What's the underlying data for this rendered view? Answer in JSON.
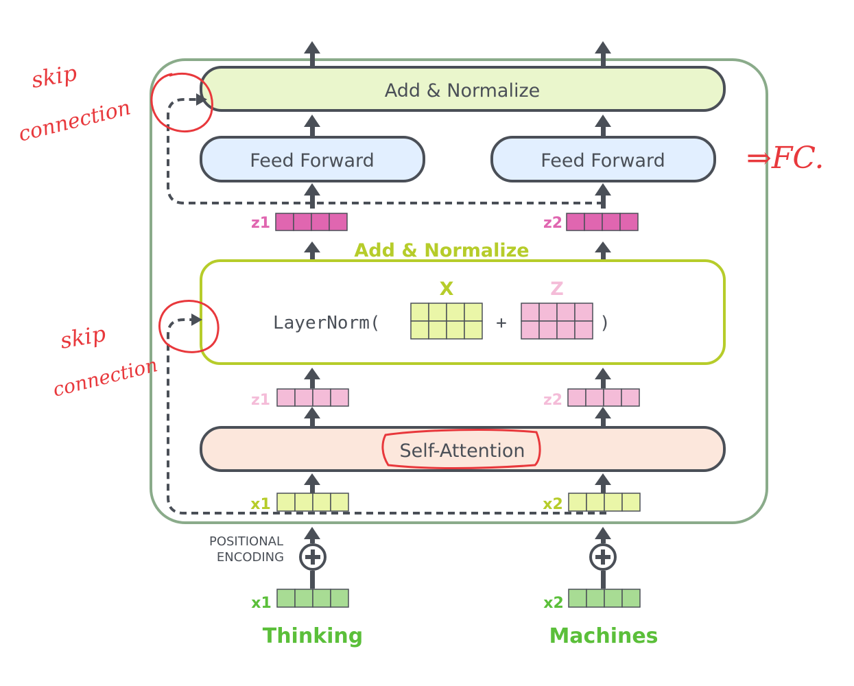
{
  "encoder": {
    "top_add_norm": "Add & Normalize",
    "ff_left": "Feed Forward",
    "ff_right": "Feed Forward",
    "mid_add_norm": "Add & Normalize",
    "layernorm_open": "LayerNorm(",
    "plus": "+",
    "close_paren": ")",
    "x_label": "X",
    "z_label": "Z",
    "self_attention": "Self-Attention",
    "z1_top": "z1",
    "z2_top": "z2",
    "z1_mid": "z1",
    "z2_mid": "z2",
    "x1_in": "x1",
    "x2_in": "x2"
  },
  "inputs": {
    "positional_line1": "POSITIONAL",
    "positional_line2": "ENCODING",
    "x1": "x1",
    "x2": "x2",
    "word1": "Thinking",
    "word2": "Machines"
  },
  "annotations": {
    "skip1_line1": "skip",
    "skip1_line2": "connection",
    "skip2_line1": "skip",
    "skip2_line2": "connection",
    "fc": "⇒FC."
  },
  "colors": {
    "frame": "#8aab8a",
    "dark": "#4a4f57",
    "add_norm_fill": "#eaf6cc",
    "ff_fill": "#e2efff",
    "sa_fill": "#fce7dc",
    "lime": "#b6cc2a",
    "magenta": "#e066b0",
    "pink": "#f4bcd8",
    "green": "#5bbf3a",
    "annotation_red": "#e8383c"
  }
}
